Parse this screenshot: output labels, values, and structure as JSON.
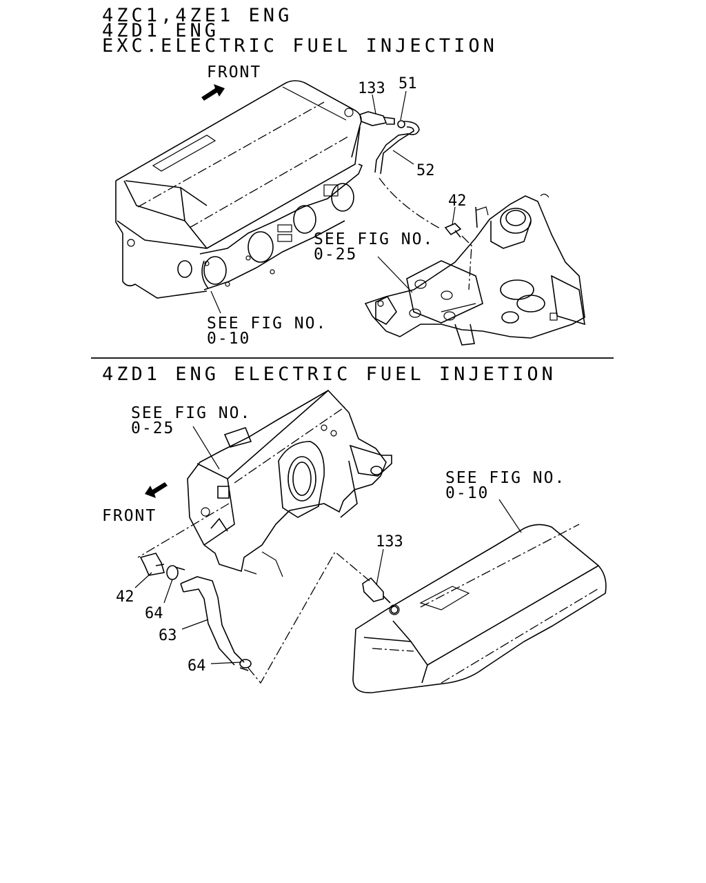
{
  "top_section": {
    "header_lines": [
      "4ZC1,4ZE1 ENG",
      "4ZD1 ENG",
      "EXC.ELECTRIC FUEL INJECTION"
    ],
    "front_label": "FRONT",
    "ref_manifold": [
      "SEE FIG NO.",
      "0-25"
    ],
    "ref_cover": [
      "SEE FIG NO.",
      "0-10"
    ],
    "callouts": {
      "p133": "133",
      "p51": "51",
      "p52": "52",
      "p42": "42"
    }
  },
  "bottom_section": {
    "header": "4ZD1 ENG ELECTRIC FUEL INJETION",
    "front_label": "FRONT",
    "ref_manifold": [
      "SEE FIG NO.",
      "0-25"
    ],
    "ref_cover": [
      "SEE FIG NO.",
      "0-10"
    ],
    "callouts": {
      "p133": "133",
      "p42": "42",
      "p64a": "64",
      "p63": "63",
      "p64b": "64"
    }
  }
}
